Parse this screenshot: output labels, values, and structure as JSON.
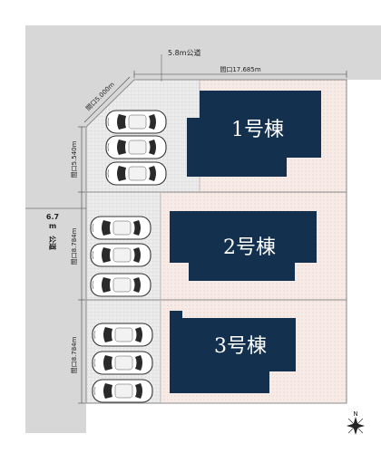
{
  "north_road": {
    "label": "5.8m公道"
  },
  "west_road": {
    "width": "6.7",
    "unit": "m",
    "label": "公道"
  },
  "frontage": {
    "north": "間口17.685m",
    "corner": "間口5.000m",
    "lot1_west": "間口5.540m",
    "lot2_west": "間口8.784m",
    "lot3_west": "間口8.784m"
  },
  "buildings": [
    {
      "label": "1号棟"
    },
    {
      "label": "2号棟"
    },
    {
      "label": "3号棟"
    }
  ],
  "compass": {
    "label": "N"
  },
  "colors": {
    "road": "#d7d7d7",
    "building": "#13304f",
    "lot_fill": "#f4e8e2",
    "parking": "#e9e9e9",
    "boundary": "#8a8a8a"
  }
}
